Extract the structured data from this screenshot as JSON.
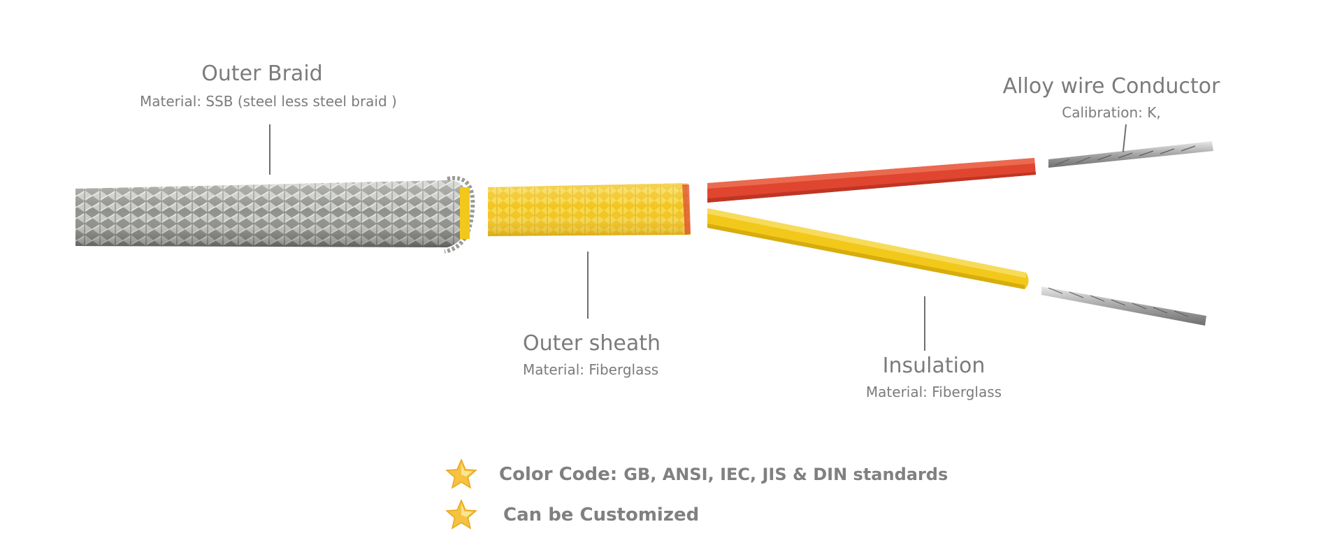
{
  "labels": {
    "outer_braid": {
      "title": "Outer Braid",
      "material": "Material: SSB (steel less steel braid )"
    },
    "outer_sheath": {
      "title": "Outer sheath",
      "material": "Material: Fiberglass"
    },
    "insulation": {
      "title": "Insulation",
      "material": "Material: Fiberglass"
    },
    "conductor": {
      "title": "Alloy wire Conductor",
      "calibration": "Calibration: K,"
    }
  },
  "features": {
    "color_code_prefix": "Color Code:",
    "color_code_value": "GB, ANSI, IEC, JIS & DIN standards",
    "customized": "Can be Customized"
  },
  "icons": {
    "feature_bullet": "star-icon"
  },
  "colors": {
    "text": "#7b7b7b",
    "braid": "#a9aaa5",
    "sheath_yellow": "#f3c81c",
    "insulation_red": "#e0452f",
    "insulation_yellow": "#f2c81a",
    "wire": "#b9b9b9",
    "star": "#f5c242"
  }
}
